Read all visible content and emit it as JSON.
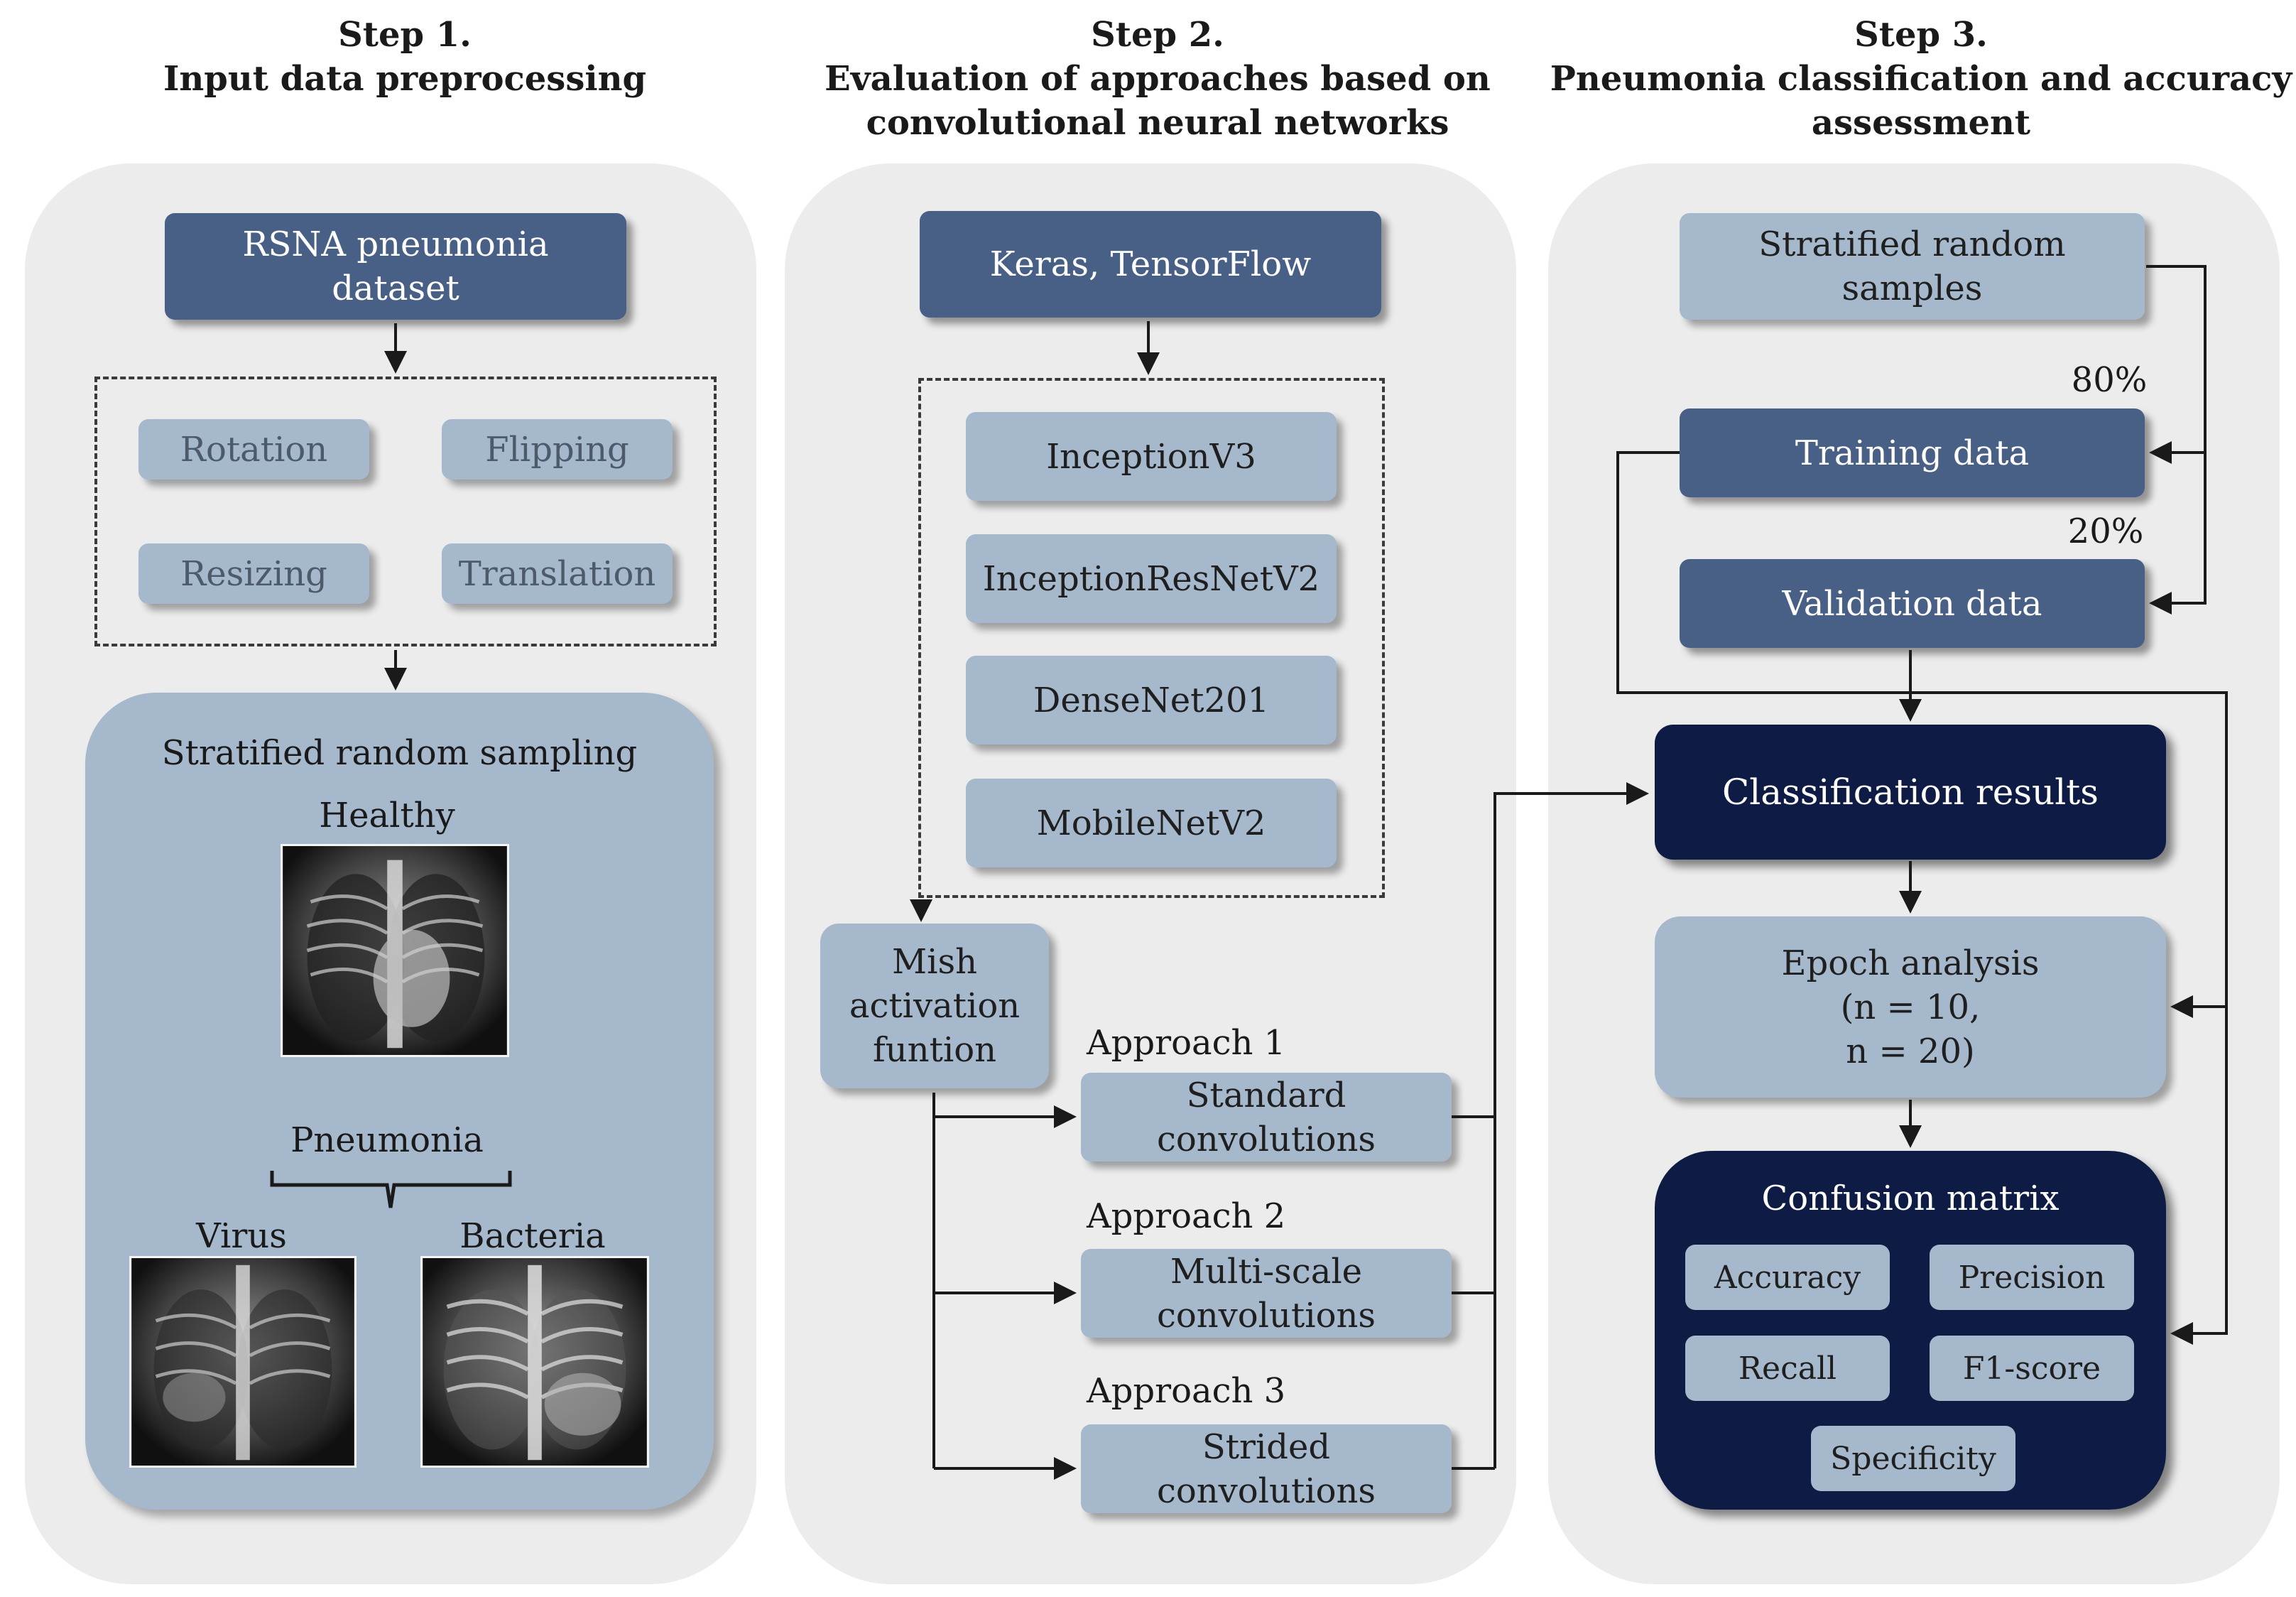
{
  "steps": [
    {
      "title_line1": "Step 1.",
      "title_line2": "Input data preprocessing",
      "title_line3": ""
    },
    {
      "title_line1": "Step 2.",
      "title_line2": "Evaluation of approaches based on",
      "title_line3": "convolutional neural networks"
    },
    {
      "title_line1": "Step 3.",
      "title_line2": "Pneumonia classification and accuracy",
      "title_line3": "assessment"
    }
  ],
  "step1": {
    "dataset_line1": "RSNA pneumonia",
    "dataset_line2": "dataset",
    "augmentations": [
      "Rotation",
      "Flipping",
      "Resizing",
      "Translation"
    ],
    "sampling_title": "Stratified random sampling",
    "healthy_label": "Healthy",
    "pneumonia_label": "Pneumonia",
    "virus_label": "Virus",
    "bacteria_label": "Bacteria"
  },
  "step2": {
    "framework": "Keras, TensorFlow",
    "models": [
      "InceptionV3",
      "InceptionResNetV2",
      "DenseNet201",
      "MobileNetV2"
    ],
    "mish_line1": "Mish",
    "mish_line2": "activation",
    "mish_line3": "funtion",
    "approaches": [
      {
        "label": "Approach 1",
        "line1": "Standard",
        "line2": "convolutions"
      },
      {
        "label": "Approach 2",
        "line1": "Multi-scale",
        "line2": "convolutions"
      },
      {
        "label": "Approach 3",
        "line1": "Strided",
        "line2": "convolutions"
      }
    ]
  },
  "step3": {
    "samples_line1": "Stratified random",
    "samples_line2": "samples",
    "train_pct": "80%",
    "val_pct": "20%",
    "training": "Training data",
    "validation": "Validation data",
    "classification": "Classification results",
    "epoch_line1": "Epoch analysis",
    "epoch_line2": "(n = 10,",
    "epoch_line3": "n = 20)",
    "confusion_title": "Confusion matrix",
    "metrics": [
      "Accuracy",
      "Precision",
      "Recall",
      "F1-score",
      "Specificity"
    ]
  },
  "colors": {
    "dark_box": "#485f86",
    "light_box": "#a6b8cc",
    "navy_box": "#0e1c45",
    "panel": "#ececec"
  }
}
